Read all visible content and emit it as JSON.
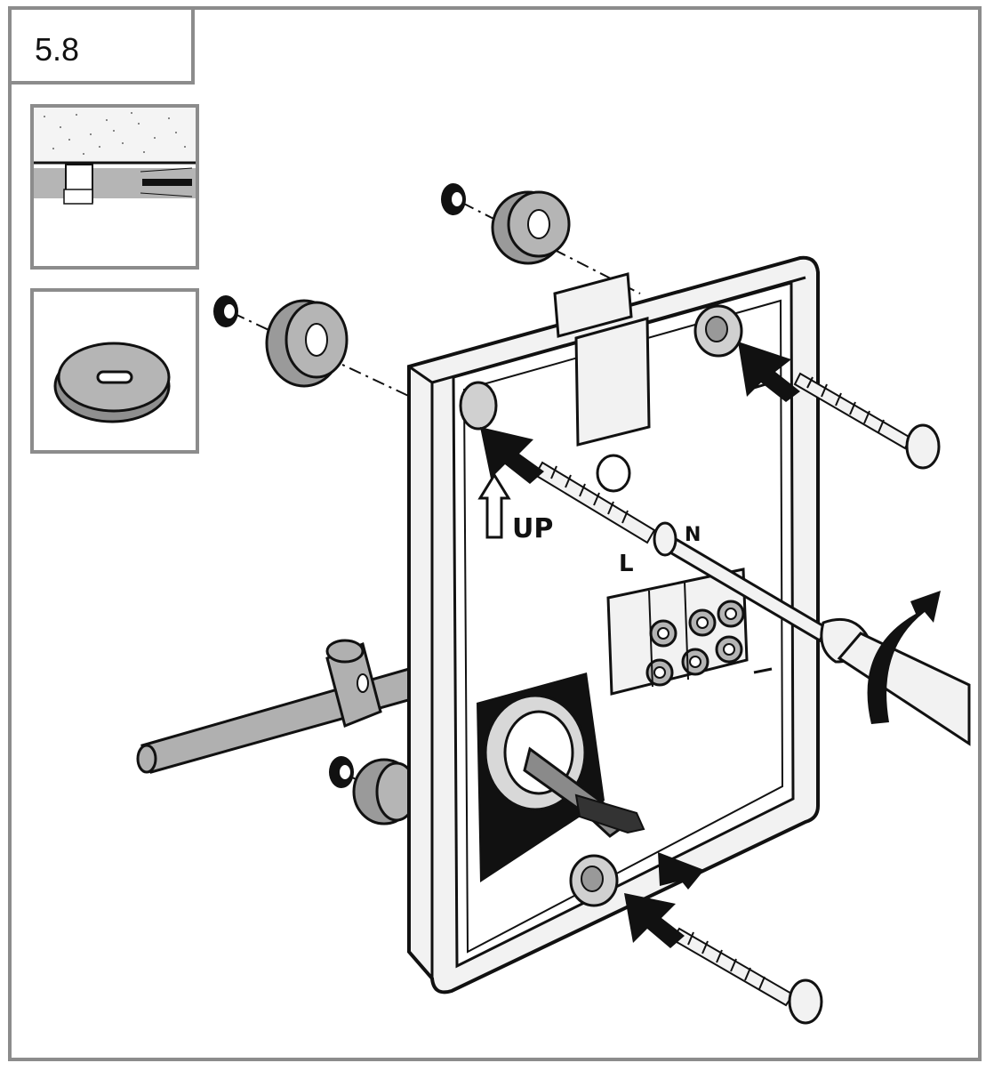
{
  "step": {
    "number": "5.8"
  },
  "labels": {
    "up": "UP",
    "terminal_l": "L",
    "terminal_n": "N"
  },
  "colors": {
    "frame": "#8c8c8c",
    "part_gray": "#b0b0b0",
    "line": "#111111",
    "fill_light": "#f2f2f2"
  },
  "icons": {
    "rotation": "curved-arrow-icon",
    "push": "push-arrow-icon"
  }
}
